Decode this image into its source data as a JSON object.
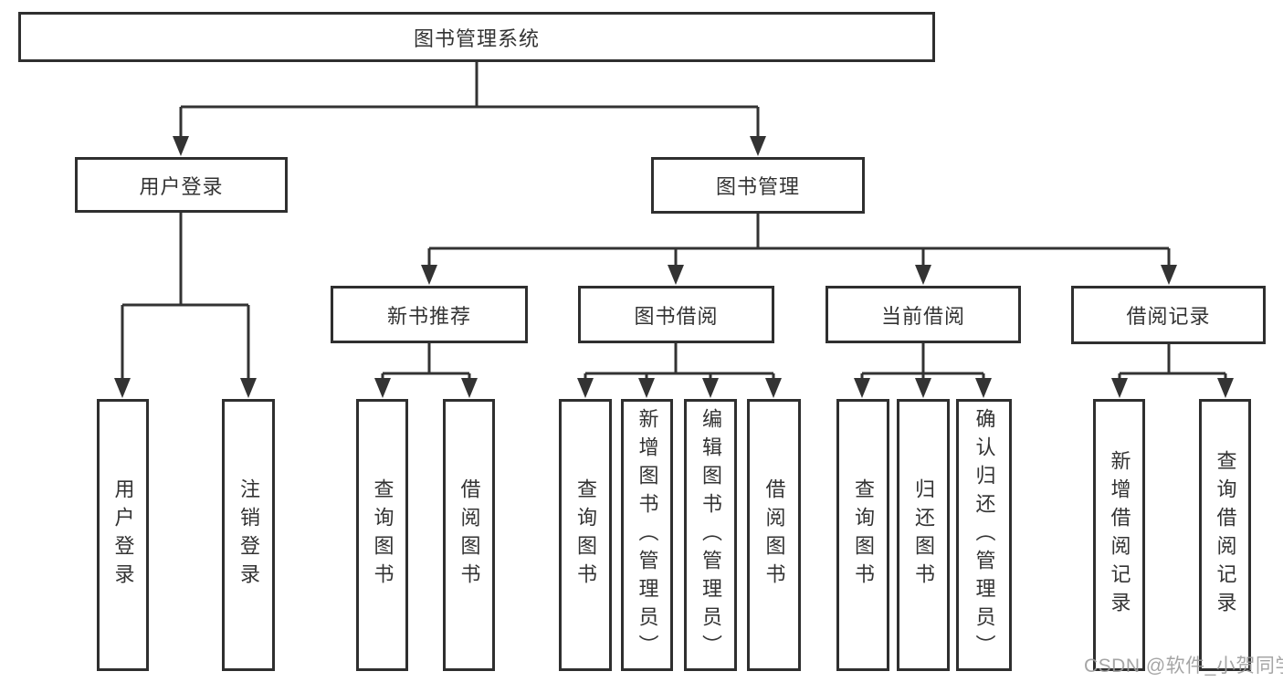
{
  "diagram": {
    "root": {
      "label": "图书管理系统"
    },
    "children": [
      {
        "label": "用户登录",
        "children": [
          {
            "label": "用户登录"
          },
          {
            "label": "注销登录"
          }
        ]
      },
      {
        "label": "图书管理",
        "children": [
          {
            "label": "新书推荐",
            "children": [
              {
                "label": "查询图书"
              },
              {
                "label": "借阅图书"
              }
            ]
          },
          {
            "label": "图书借阅",
            "children": [
              {
                "label": "查询图书"
              },
              {
                "label": "新增图书（管理员）"
              },
              {
                "label": "编辑图书（管理员）"
              },
              {
                "label": "借阅图书"
              }
            ]
          },
          {
            "label": "当前借阅",
            "children": [
              {
                "label": "查询图书"
              },
              {
                "label": "归还图书"
              },
              {
                "label": "确认归还（管理员）"
              }
            ]
          },
          {
            "label": "借阅记录",
            "children": [
              {
                "label": "新增借阅记录"
              },
              {
                "label": "查询借阅记录"
              }
            ]
          }
        ]
      }
    ]
  },
  "watermark": {
    "text": "CSDN @软件_小贺同学"
  },
  "colors": {
    "line": "#333333",
    "box_border": "#2f2f2f",
    "text": "#333333",
    "watermark": "#9c9c9c",
    "background": "#ffffff"
  }
}
